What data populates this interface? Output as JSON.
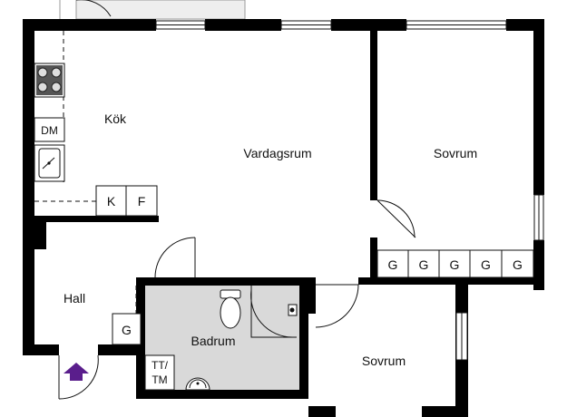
{
  "rooms": {
    "kitchen": "Kök",
    "living": "Vardagsrum",
    "bedroom_top": "Sovrum",
    "bedroom_bottom": "Sovrum",
    "hall": "Hall",
    "bathroom": "Badrum"
  },
  "fixtures": {
    "dishwasher": "DM",
    "fridge": "K",
    "freezer": "F",
    "wardrobe": "G",
    "washer_line1": "TT/",
    "washer_line2": "TM"
  },
  "entrance": {
    "icon": "entry-arrow-icon",
    "color": "#5a1e8c"
  },
  "colors": {
    "wall": "#000000",
    "bathroom_floor": "#d9d9d9",
    "outside_area": "#eeeeee"
  }
}
